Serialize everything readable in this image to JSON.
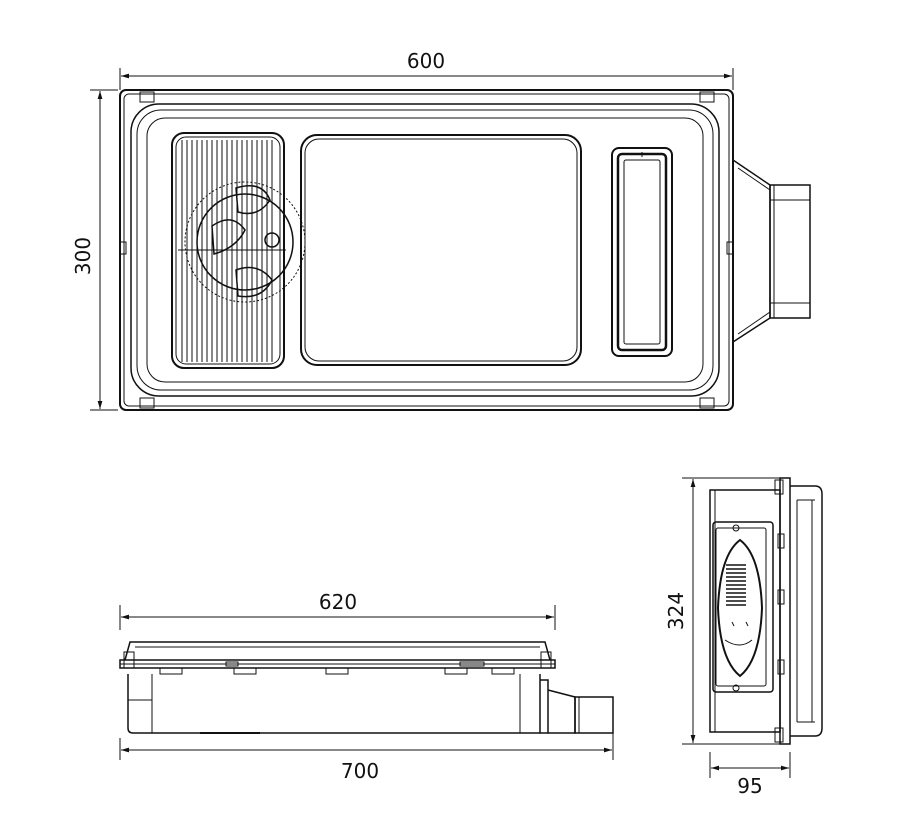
{
  "dimensions": {
    "top_width": "600",
    "top_height": "300",
    "front_width": "620",
    "front_total_width": "700",
    "side_height": "324",
    "side_depth": "95"
  },
  "colors": {
    "line": "#111111",
    "background": "#ffffff"
  },
  "views": [
    "top-view",
    "front-view",
    "side-view"
  ]
}
